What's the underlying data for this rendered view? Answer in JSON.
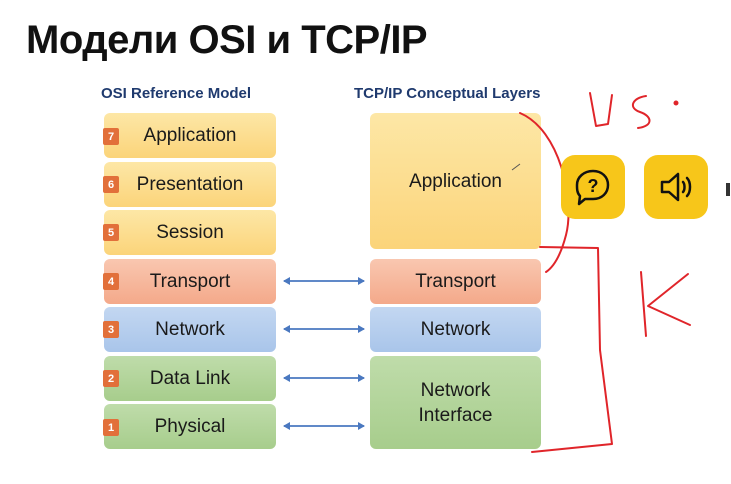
{
  "title": "Модели OSI и TCP/IP",
  "osi_header": "OSI Reference Model",
  "tcp_header": "TCP/IP Conceptual Layers",
  "osi_layers": [
    {
      "num": "7",
      "label": "Application"
    },
    {
      "num": "6",
      "label": "Presentation"
    },
    {
      "num": "5",
      "label": "Session"
    },
    {
      "num": "4",
      "label": "Transport"
    },
    {
      "num": "3",
      "label": "Network"
    },
    {
      "num": "2",
      "label": "Data Link"
    },
    {
      "num": "1",
      "label": "Physical"
    }
  ],
  "tcp_layers": [
    {
      "label": "Application"
    },
    {
      "label": "Transport"
    },
    {
      "label": "Network"
    },
    {
      "label": "Network\nInterface"
    }
  ],
  "annotations": {
    "vs": "vs.",
    "k": "K"
  },
  "buttons": {
    "question": "question-icon",
    "sound": "speaker-icon"
  },
  "colors": {
    "title": "#111111",
    "header": "#1f3a6e",
    "number_badge": "#e2703a",
    "arrow": "#4a78c0",
    "ink": "#e0252a",
    "button": "#f7c61a"
  }
}
